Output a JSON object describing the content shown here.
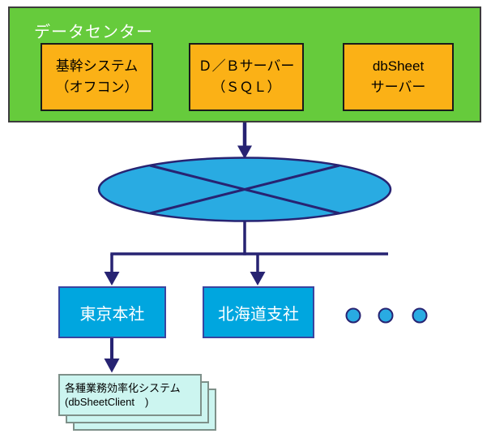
{
  "datacenter": {
    "label": "データセンター",
    "nodes": [
      {
        "line1": "基幹システム",
        "line2": "（オフコン）"
      },
      {
        "line1": "Ｄ／Ｂサーバー",
        "line2": "（ＳＱＬ）"
      },
      {
        "line1": "dbSheet",
        "line2": "サーバー"
      }
    ]
  },
  "network": {
    "icon": "network-ellipse-x-icon"
  },
  "branches": [
    {
      "label": "東京本社"
    },
    {
      "label": "北海道支社"
    }
  ],
  "more_branches": {
    "icon": "ellipsis-dots-icon",
    "dot_count": 3
  },
  "client_stack": {
    "line1": "各種業務効率化システム",
    "line2": "(dbSheetClient　)",
    "layer_count": 3
  },
  "colors": {
    "green_fill": "#66cb3c",
    "green_border": "#3c3c3c",
    "orange_fill": "#fbb116",
    "orange_border": "#1a1a1a",
    "navy": "#272372",
    "cyan_fill": "#00a6df",
    "blue_box_border": "#3a44a0",
    "ellipse_fill": "#29abe2",
    "pale_cyan_fill": "#ccf5f0",
    "stack_border": "#7e9089"
  }
}
